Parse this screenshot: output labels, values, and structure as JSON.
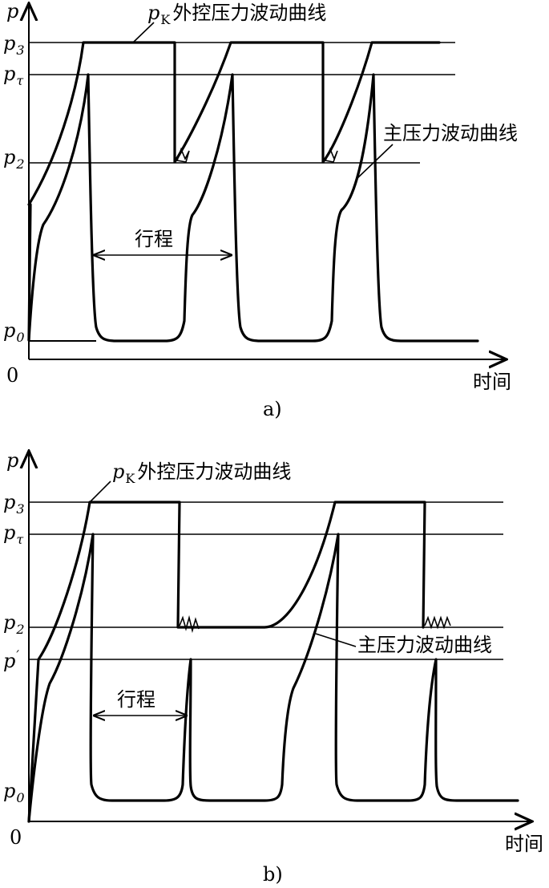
{
  "panel_a": {
    "caption": "a)",
    "y_axis_label": "p",
    "origin_label": "0",
    "x_axis_label": "时间",
    "levels": {
      "p3": {
        "main": "p",
        "sub": "3"
      },
      "ptau": {
        "main": "p",
        "sub": "τ"
      },
      "p2": {
        "main": "p",
        "sub": "2"
      },
      "p0": {
        "main": "p",
        "sub": "0"
      }
    },
    "pk_label": {
      "main": "p",
      "sub": "K",
      "text": "外控压力波动曲线"
    },
    "main_curve_label": "主压力波动曲线",
    "stroke_label": "行程"
  },
  "panel_b": {
    "caption": "b)",
    "y_axis_label": "p",
    "origin_label": "0",
    "x_axis_label": "时间",
    "levels": {
      "p3": {
        "main": "p",
        "sub": "3"
      },
      "ptau": {
        "main": "p",
        "sub": "τ"
      },
      "p2": {
        "main": "p",
        "sub": "2"
      },
      "pprime": {
        "main": "p",
        "sup": "′"
      },
      "p0": {
        "main": "p",
        "sub": "0"
      }
    },
    "pk_label": {
      "main": "p",
      "sub": "K",
      "text": "外控压力波动曲线"
    },
    "main_curve_label": "主压力波动曲线",
    "stroke_label": "行程"
  }
}
